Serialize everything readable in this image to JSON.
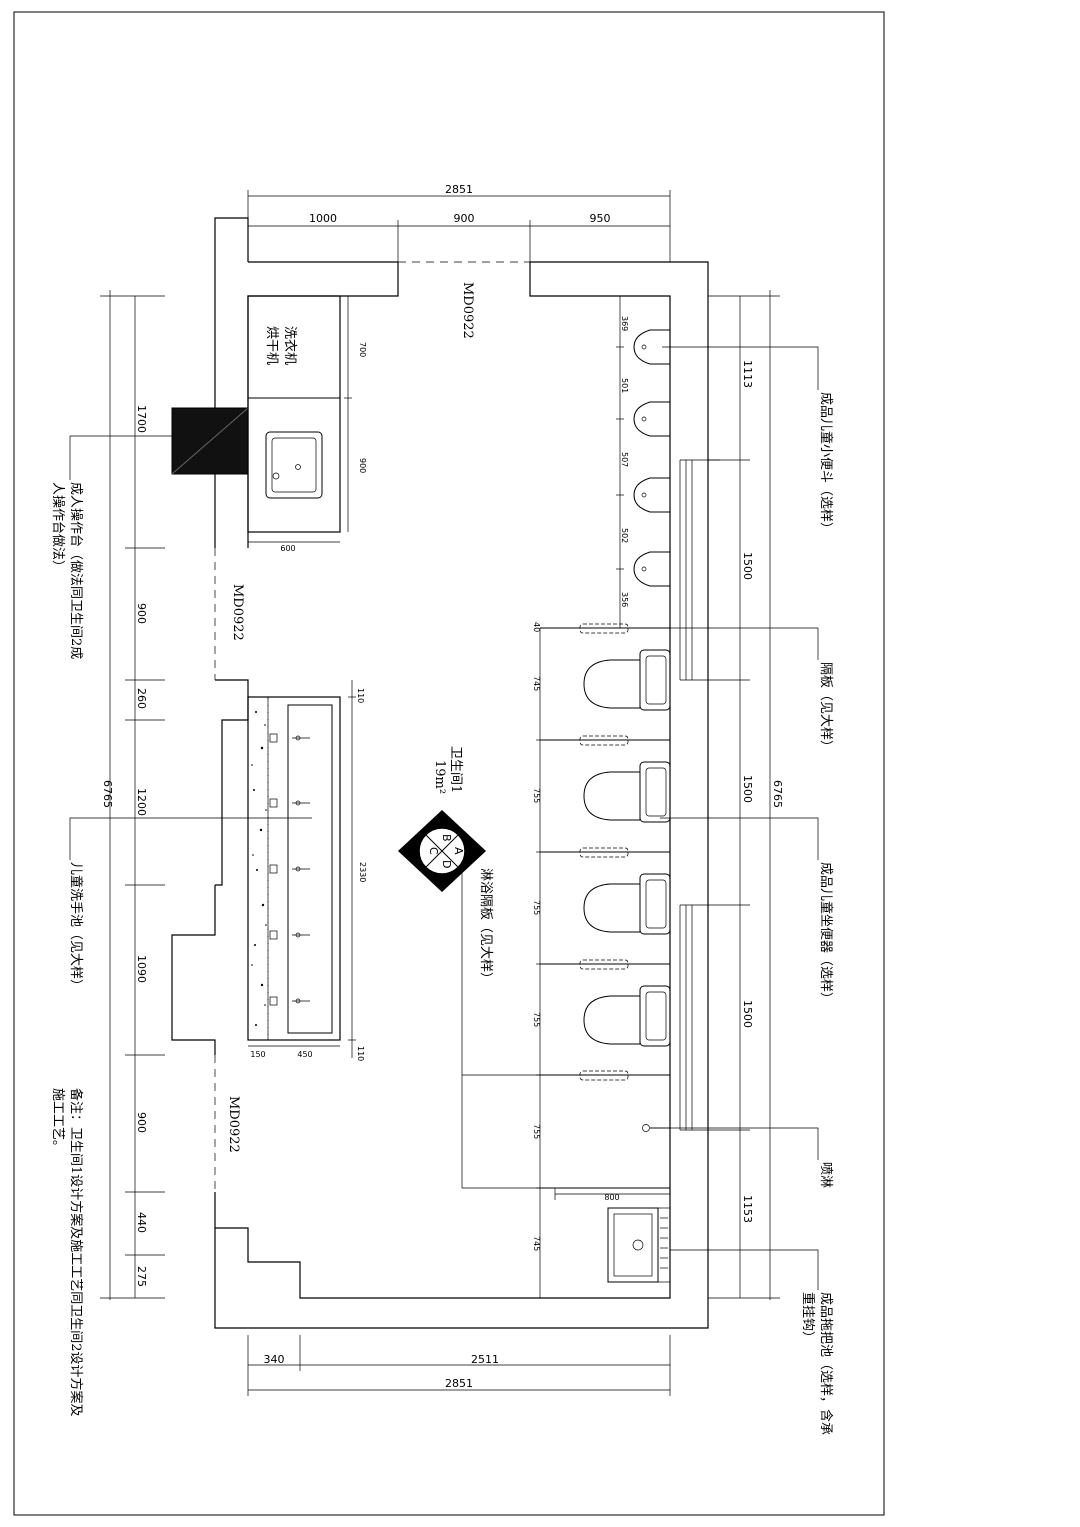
{
  "top_dims": {
    "total": "2851",
    "seg1": "1000",
    "seg2": "900",
    "seg3": "950"
  },
  "bottom_dims": {
    "seg1": "340",
    "seg2": "2511",
    "total": "2851"
  },
  "left_dims": {
    "total": "6765",
    "segments": [
      "1700",
      "900",
      "260",
      "1200",
      "1090",
      "900",
      "440",
      "275"
    ]
  },
  "right_dims": {
    "total": "6765",
    "segments": [
      "1113",
      "1500",
      "1500",
      "1500",
      "1153"
    ]
  },
  "urinal_spacing": [
    "369",
    "501",
    "507",
    "502",
    "356"
  ],
  "stall_widths": [
    "745",
    "755",
    "755",
    "755",
    "755",
    "745"
  ],
  "stall_top": "40",
  "mop_width": "800",
  "basin_dims": {
    "length": "2330",
    "w1": "150",
    "w2": "450",
    "edge_top": "110",
    "edge_bottom": "110"
  },
  "counter_dims": {
    "d1": "700",
    "d2": "900",
    "width": "600"
  },
  "doors": {
    "top": "MD0922",
    "left_upper": "MD0922",
    "left_lower": "MD0922"
  },
  "room": {
    "name": "卫生间1",
    "area": "19m²"
  },
  "index_symbol": {
    "a": "A",
    "b": "B",
    "c": "C",
    "d": "D"
  },
  "labels": {
    "washer": "洗衣机",
    "dryer": "烘干机",
    "adult_counter_1": "成人操作台（做法同卫生间2成",
    "adult_counter_2": "人操作台做法）",
    "child_basin": "儿童洗手池（见大样）",
    "shower_partition": "淋浴隔板（见大样）",
    "child_urinal": "成品儿童小便斗（选样）",
    "partition": "隔板（见大样）",
    "child_toilet": "成品儿童坐便器（选样）",
    "shower": "喷淋",
    "mop_sink_1": "成品拖把池（选样，含承",
    "mop_sink_2": "重挂钩）"
  },
  "note": {
    "line1": "备注：卫生间1设计方案及施工工艺同卫生间2设计方案及",
    "line2": "施工工艺。"
  }
}
